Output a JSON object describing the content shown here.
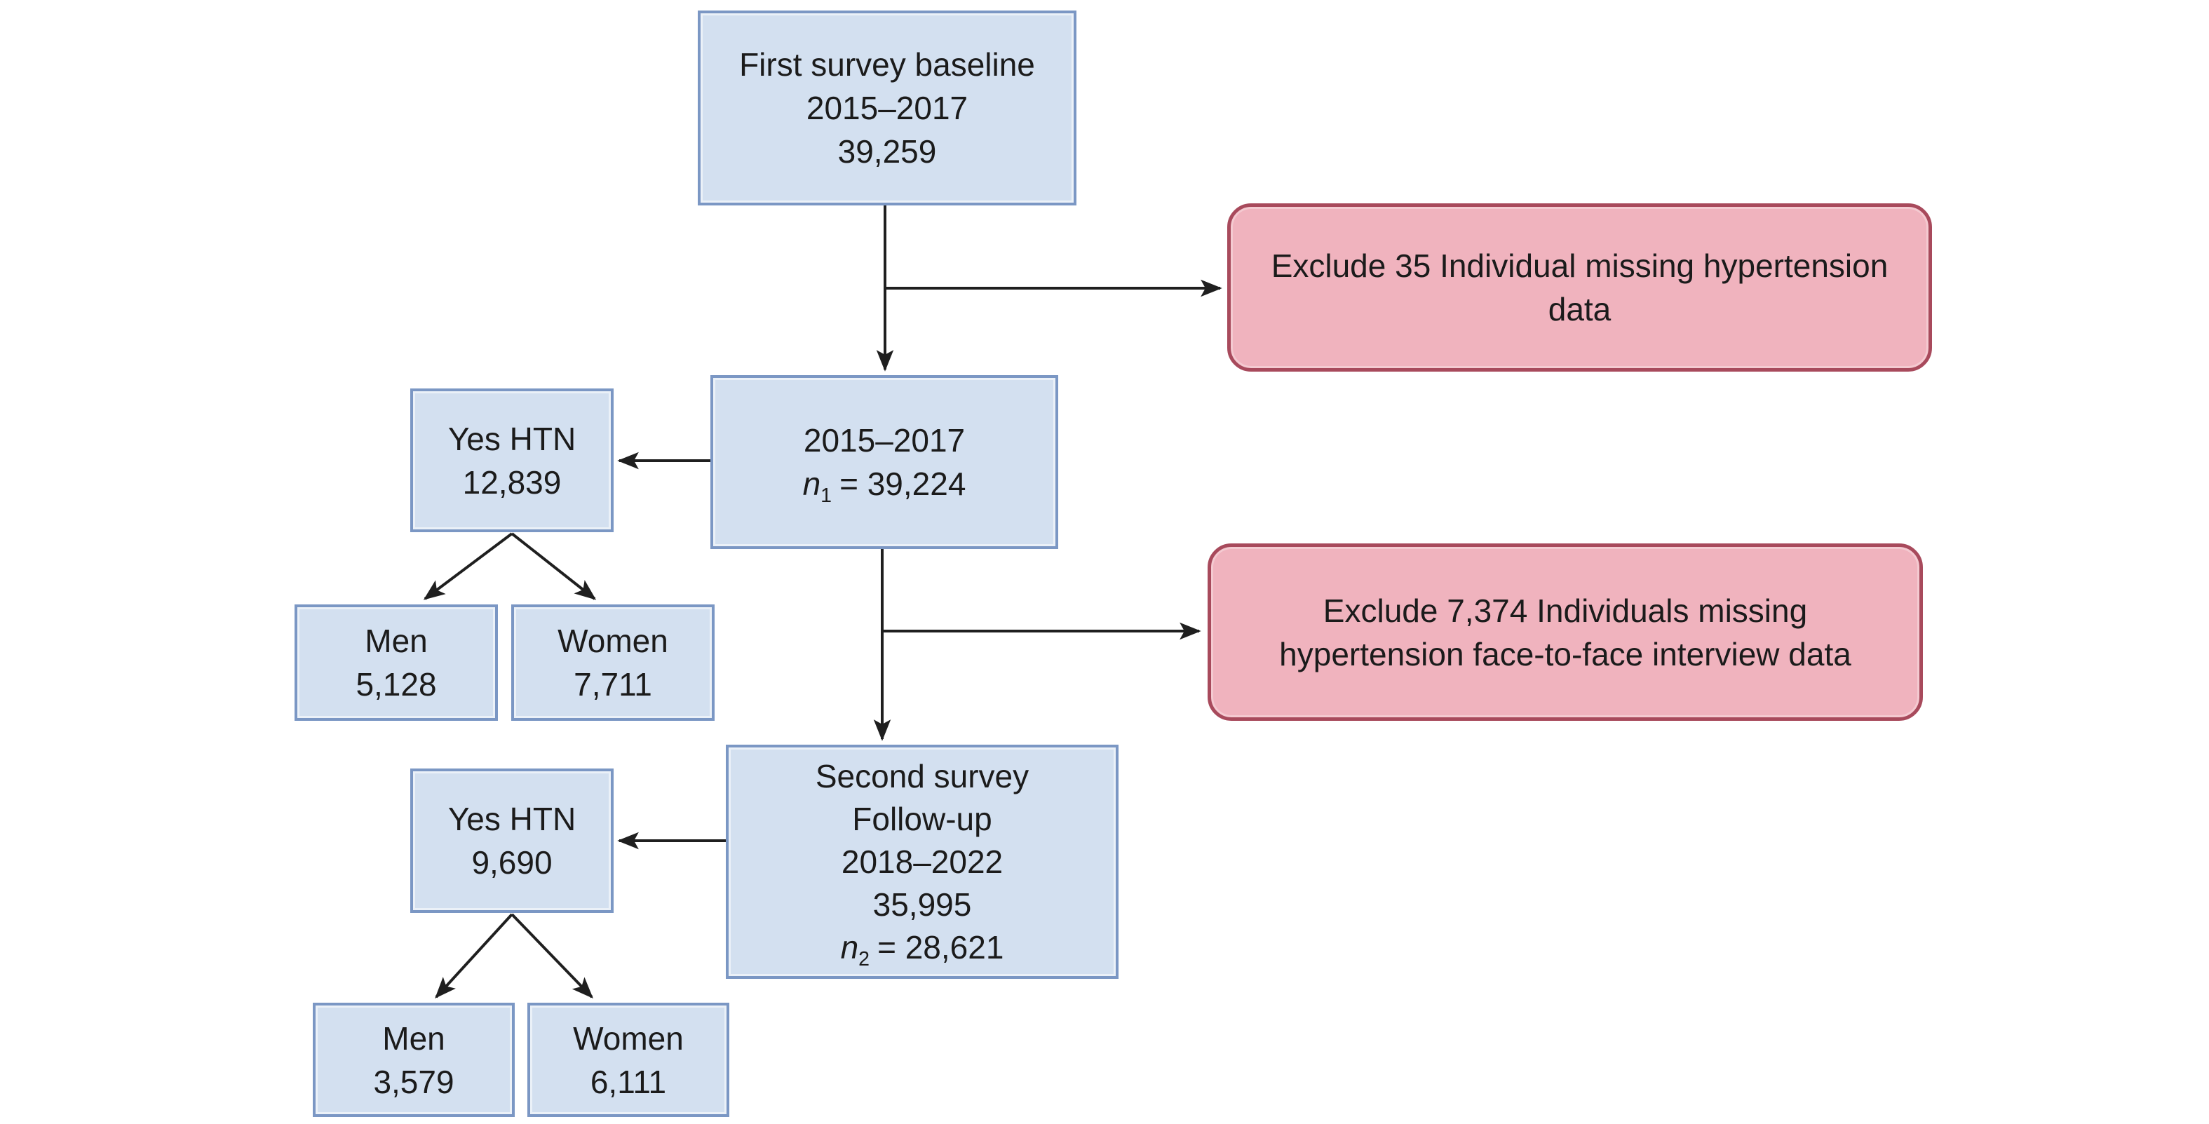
{
  "figure": {
    "type": "study-flow-diagram",
    "background": "#ffffff",
    "colors": {
      "blue_box_fill": "#d3e0f0",
      "blue_box_border": "#7b97c4",
      "red_box_fill": "#f0b3be",
      "red_box_border": "#a84a5c",
      "arrow_color": "#1f1f1f",
      "text_color": "#1b1b1b"
    },
    "boxes": {
      "first_survey": {
        "lines": [
          "First survey baseline",
          "2015–2017",
          "39,259"
        ]
      },
      "exclude_1": {
        "lines": [
          "Exclude 35 Individual missing hypertension",
          "data"
        ]
      },
      "cohort_1": {
        "line1": "2015–2017",
        "n_var": "n",
        "n_sub": "1",
        "n_value": "= 39,224"
      },
      "yes_htn_1": {
        "lines": [
          "Yes HTN",
          "12,839"
        ]
      },
      "men_1": {
        "lines": [
          "Men",
          "5,128"
        ]
      },
      "women_1": {
        "lines": [
          "Women",
          "7,711"
        ]
      },
      "exclude_2": {
        "lines": [
          "Exclude 7,374 Individuals missing",
          "hypertension face-to-face interview data"
        ]
      },
      "second_survey": {
        "lines": [
          "Second survey",
          "Follow-up",
          "2018–2022",
          "35,995"
        ],
        "n_var": "n",
        "n_sub": "2",
        "n_value": "= 28,621"
      },
      "yes_htn_2": {
        "lines": [
          "Yes HTN",
          "9,690"
        ]
      },
      "men_2": {
        "lines": [
          "Men",
          "3,579"
        ]
      },
      "women_2": {
        "lines": [
          "Women",
          "6,111"
        ]
      }
    }
  }
}
